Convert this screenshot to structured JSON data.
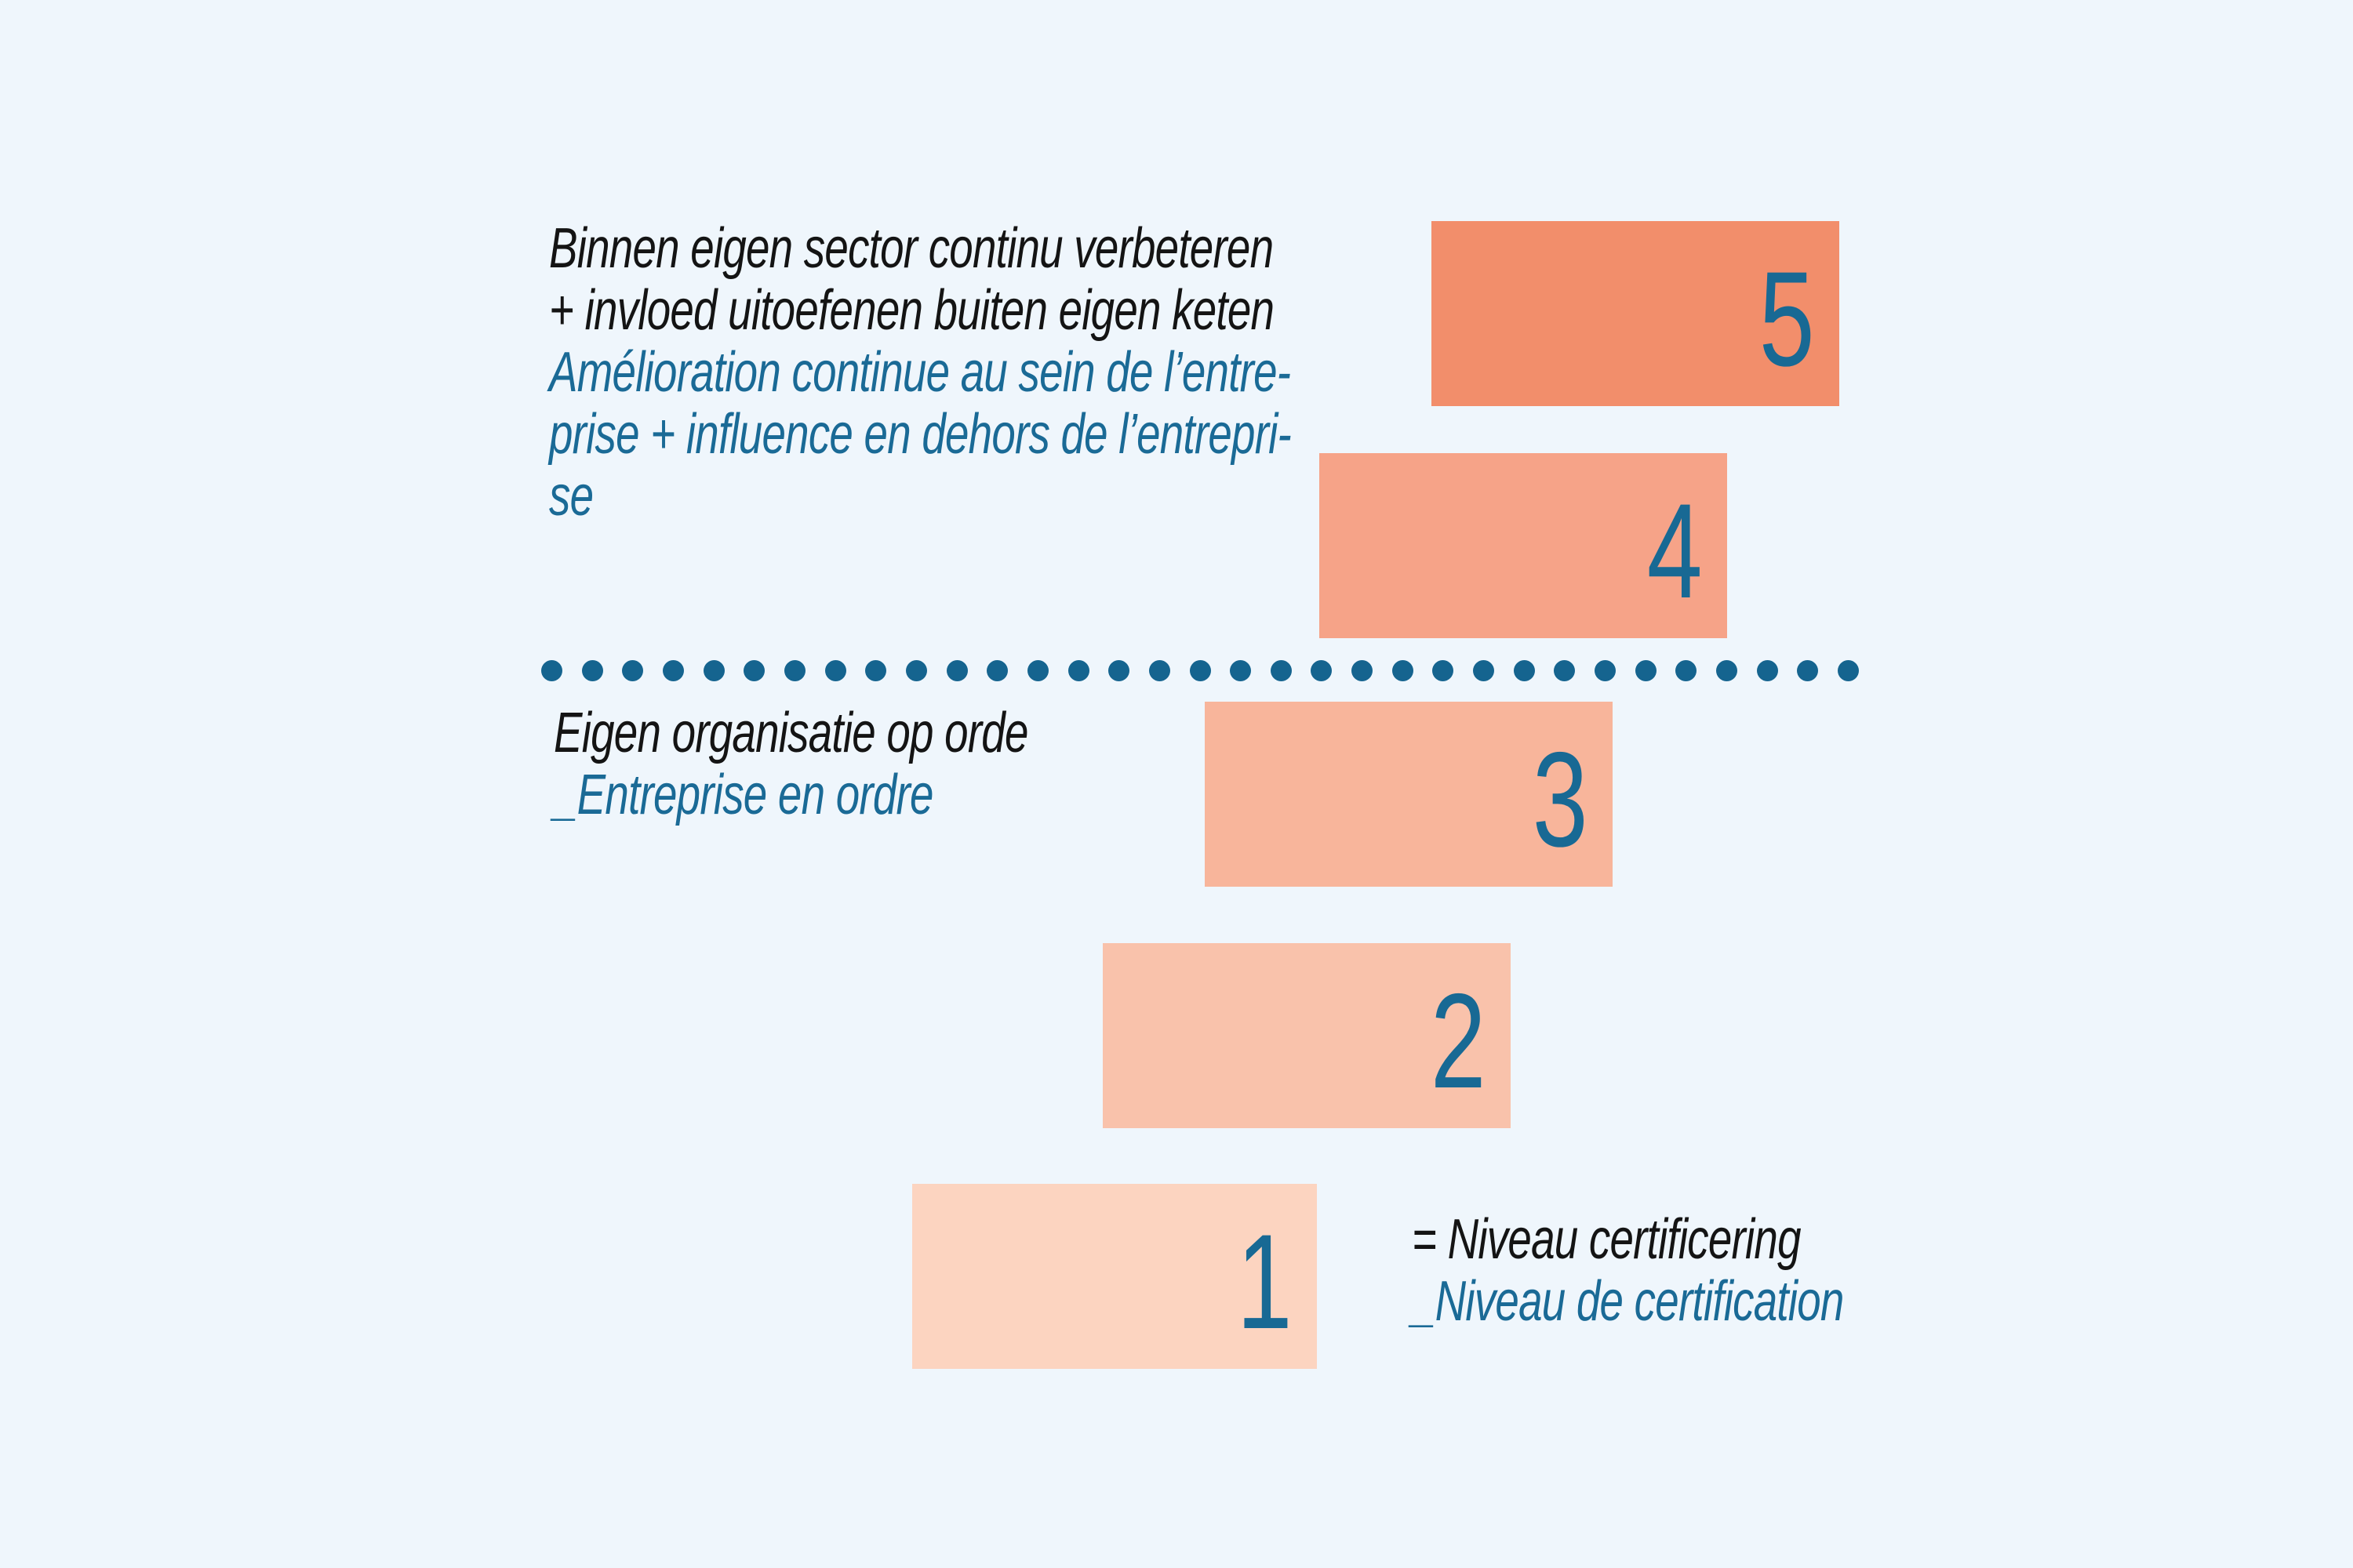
{
  "background": "#EFF6FC",
  "palette": {
    "text_black": "#141414",
    "text_blue": "#1A6A96",
    "number_blue": "#186994",
    "dot_blue": "#15648F"
  },
  "top_label": {
    "nl_line_1": "Binnen eigen sector continu verbeteren",
    "nl_line_2": "+ invloed uitoefenen buiten eigen keten",
    "fr_line_1": "Amélioration continue au sein de l’entre-",
    "fr_line_2": "prise + influence en dehors de l’entrepri-",
    "fr_line_3": "se"
  },
  "mid_label": {
    "nl": "Eigen organisatie op orde",
    "fr": "_Entreprise en ordre"
  },
  "legend": {
    "nl": "= Niveau certificering",
    "fr": "_Niveau de certification"
  },
  "divider": {
    "dot_count": 33,
    "color": "#15648F"
  },
  "levels": [
    {
      "number": "5",
      "color": "#F28E6B"
    },
    {
      "number": "4",
      "color": "#F6A388"
    },
    {
      "number": "3",
      "color": "#F8B59B"
    },
    {
      "number": "2",
      "color": "#F9C2AB"
    },
    {
      "number": "1",
      "color": "#FCD4C0"
    }
  ]
}
